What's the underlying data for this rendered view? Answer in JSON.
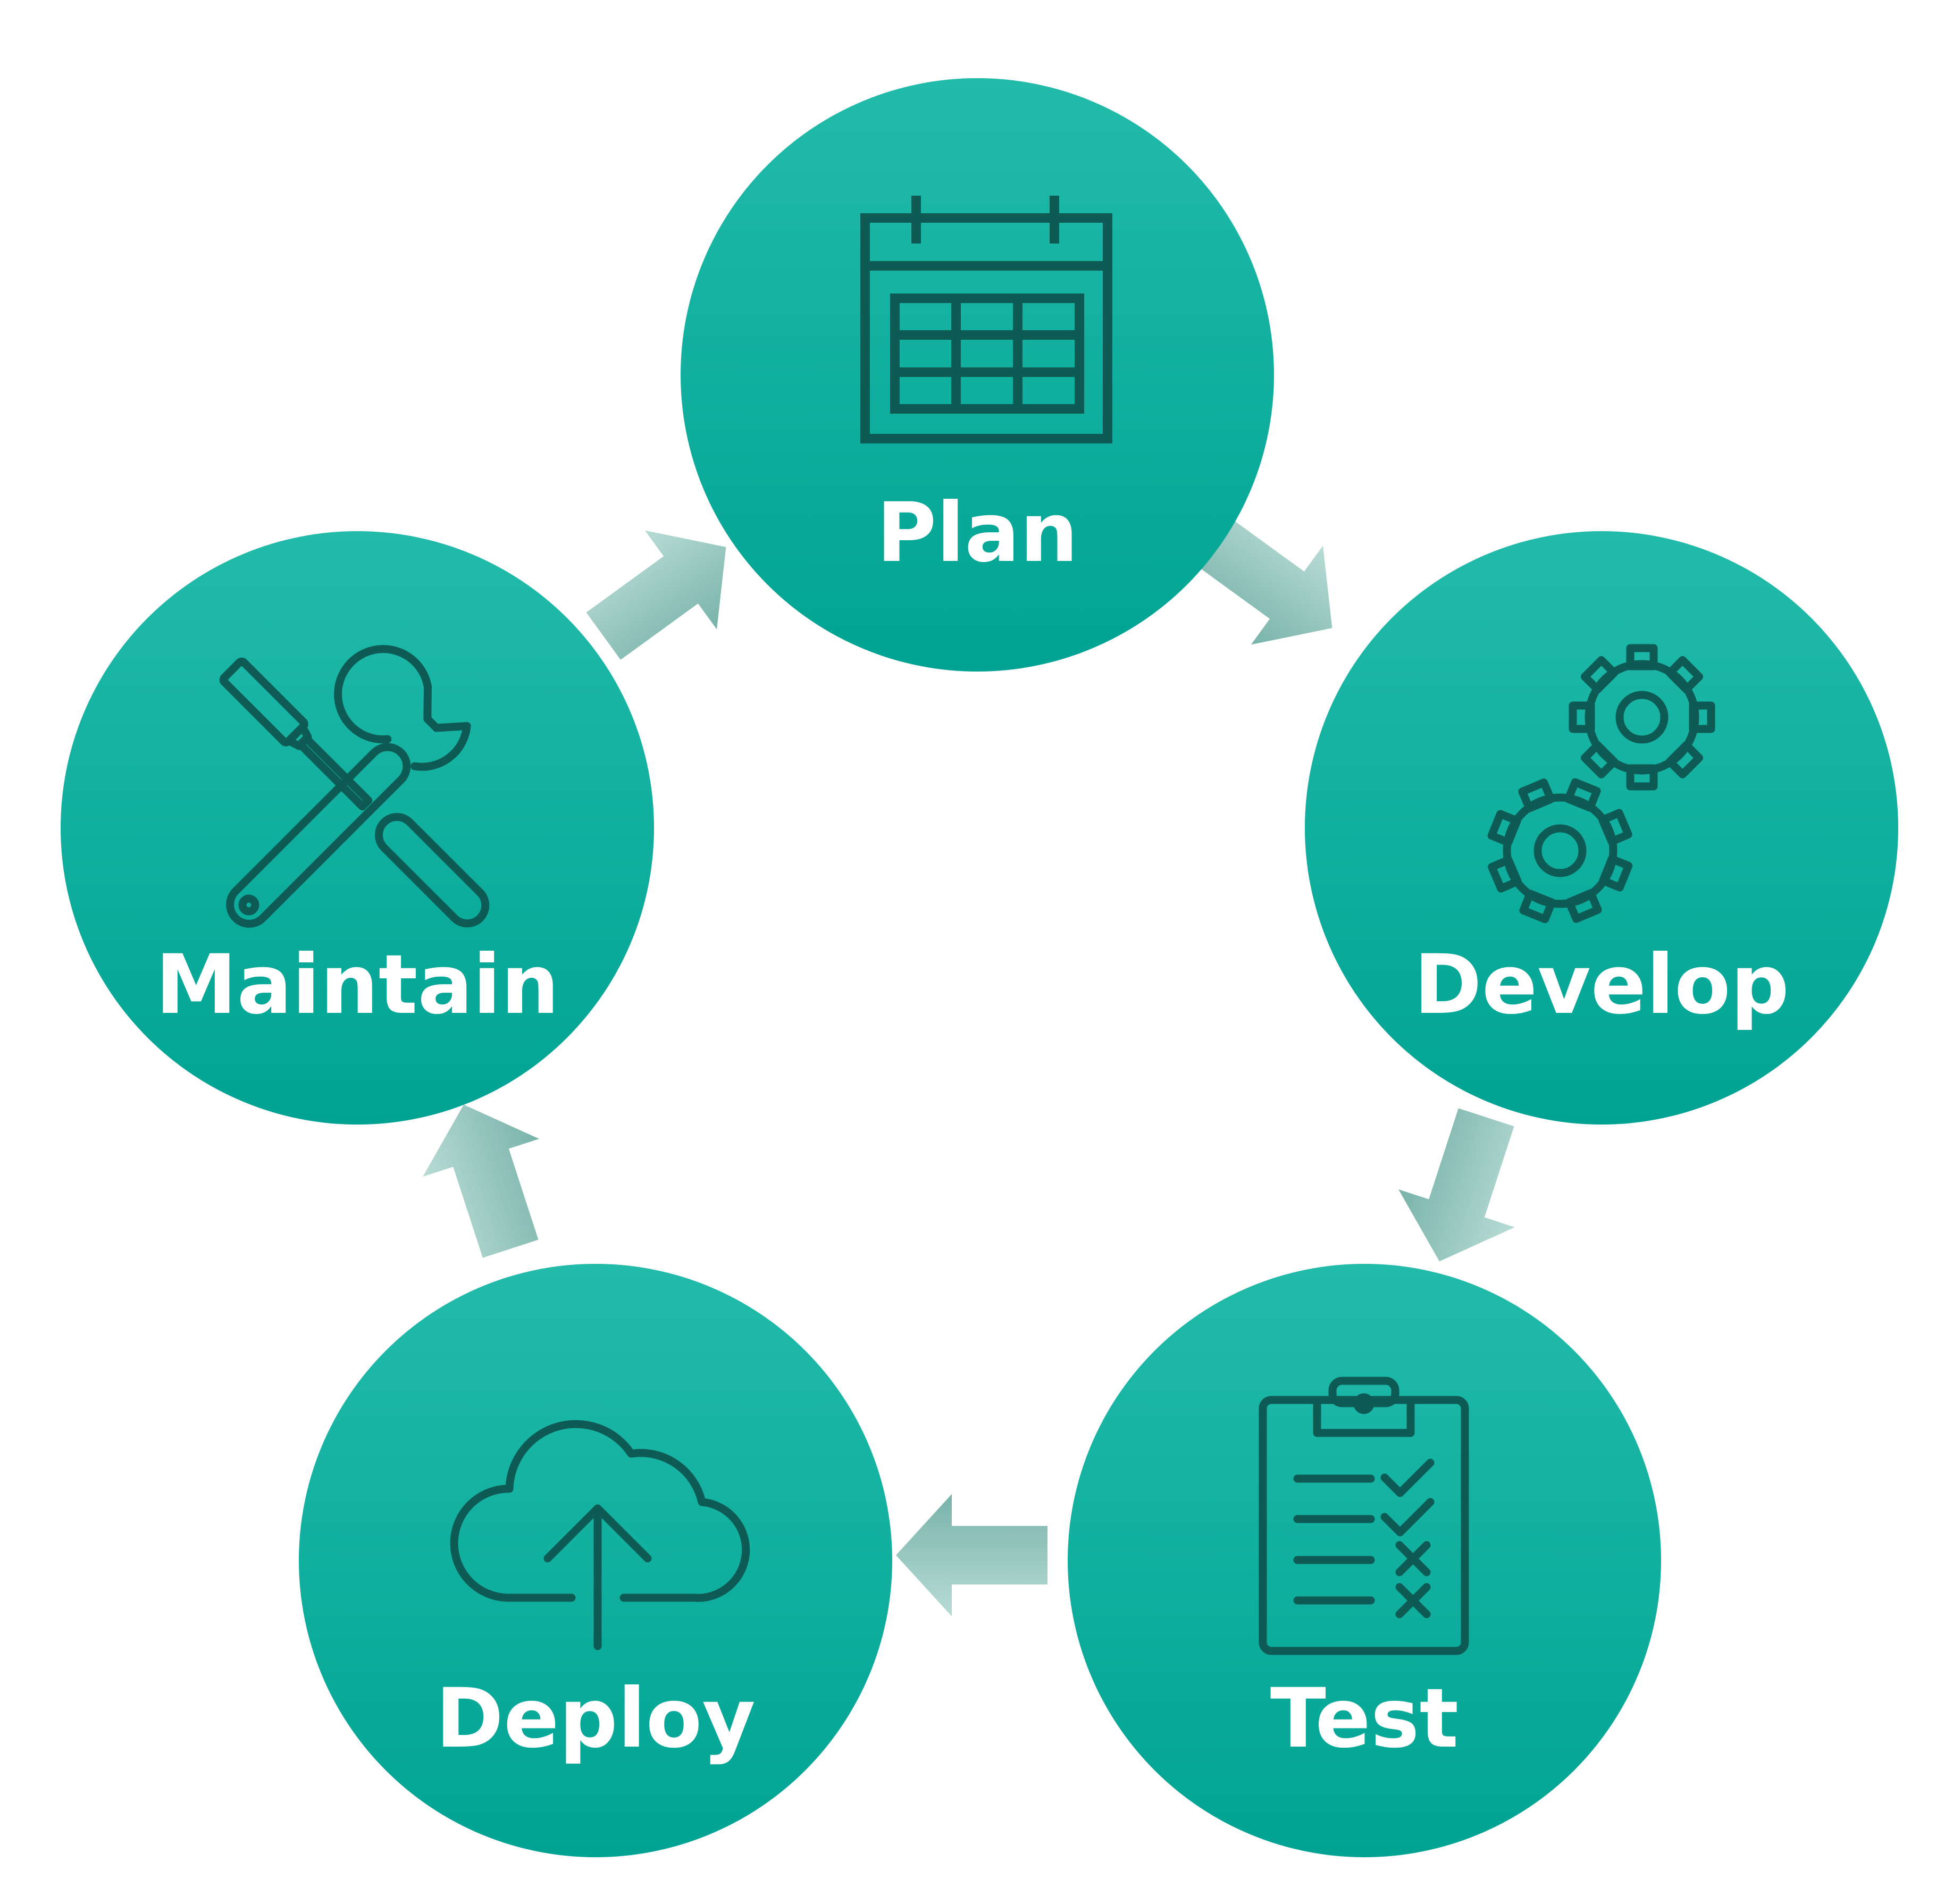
{
  "stages": [
    {
      "id": "plan",
      "label": "Plan",
      "icon": "calendar-icon"
    },
    {
      "id": "develop",
      "label": "Develop",
      "icon": "gears-icon"
    },
    {
      "id": "test",
      "label": "Test",
      "icon": "clipboard-checklist-icon"
    },
    {
      "id": "deploy",
      "label": "Deploy",
      "icon": "cloud-upload-icon"
    },
    {
      "id": "maintain",
      "label": "Maintain",
      "icon": "tools-icon"
    }
  ],
  "colors": {
    "circle_top": "#22bbaa",
    "circle_bottom": "#00a393",
    "icon_stroke": "#0e5a54",
    "label_text": "#ffffff",
    "arrow_light": "#b8dcd5",
    "arrow_dark": "#78b3aa"
  }
}
